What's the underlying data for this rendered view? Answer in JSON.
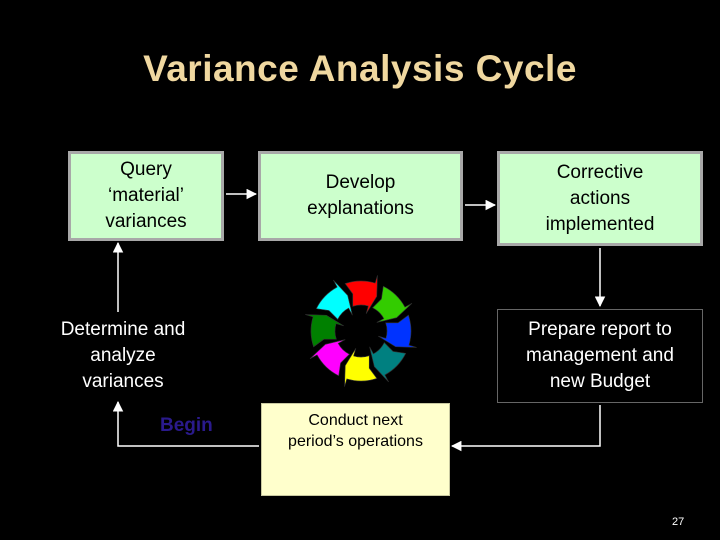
{
  "title": "Variance Analysis Cycle",
  "boxes": {
    "query": "Query\n‘material’\nvariances",
    "develop": "Develop\nexplanations",
    "corrective": "Corrective\nactions\nimplemented",
    "determine": "Determine and\nanalyze\nvariances",
    "prepare": "Prepare report to\nmanagement and\nnew Budget",
    "conduct": "Conduct next\nperiod’s operations"
  },
  "begin_label": "Begin",
  "page_number": "27",
  "colors": {
    "title": "#f0d8a0",
    "box_fill": "#ccffcc",
    "conduct_fill": "#ffffcc",
    "begin": "#2a1a8c",
    "cycle_segments": [
      "#ff0000",
      "#33cc00",
      "#0033ff",
      "#008080",
      "#ffff00",
      "#ff00ff",
      "#008000",
      "#00ffff"
    ]
  }
}
